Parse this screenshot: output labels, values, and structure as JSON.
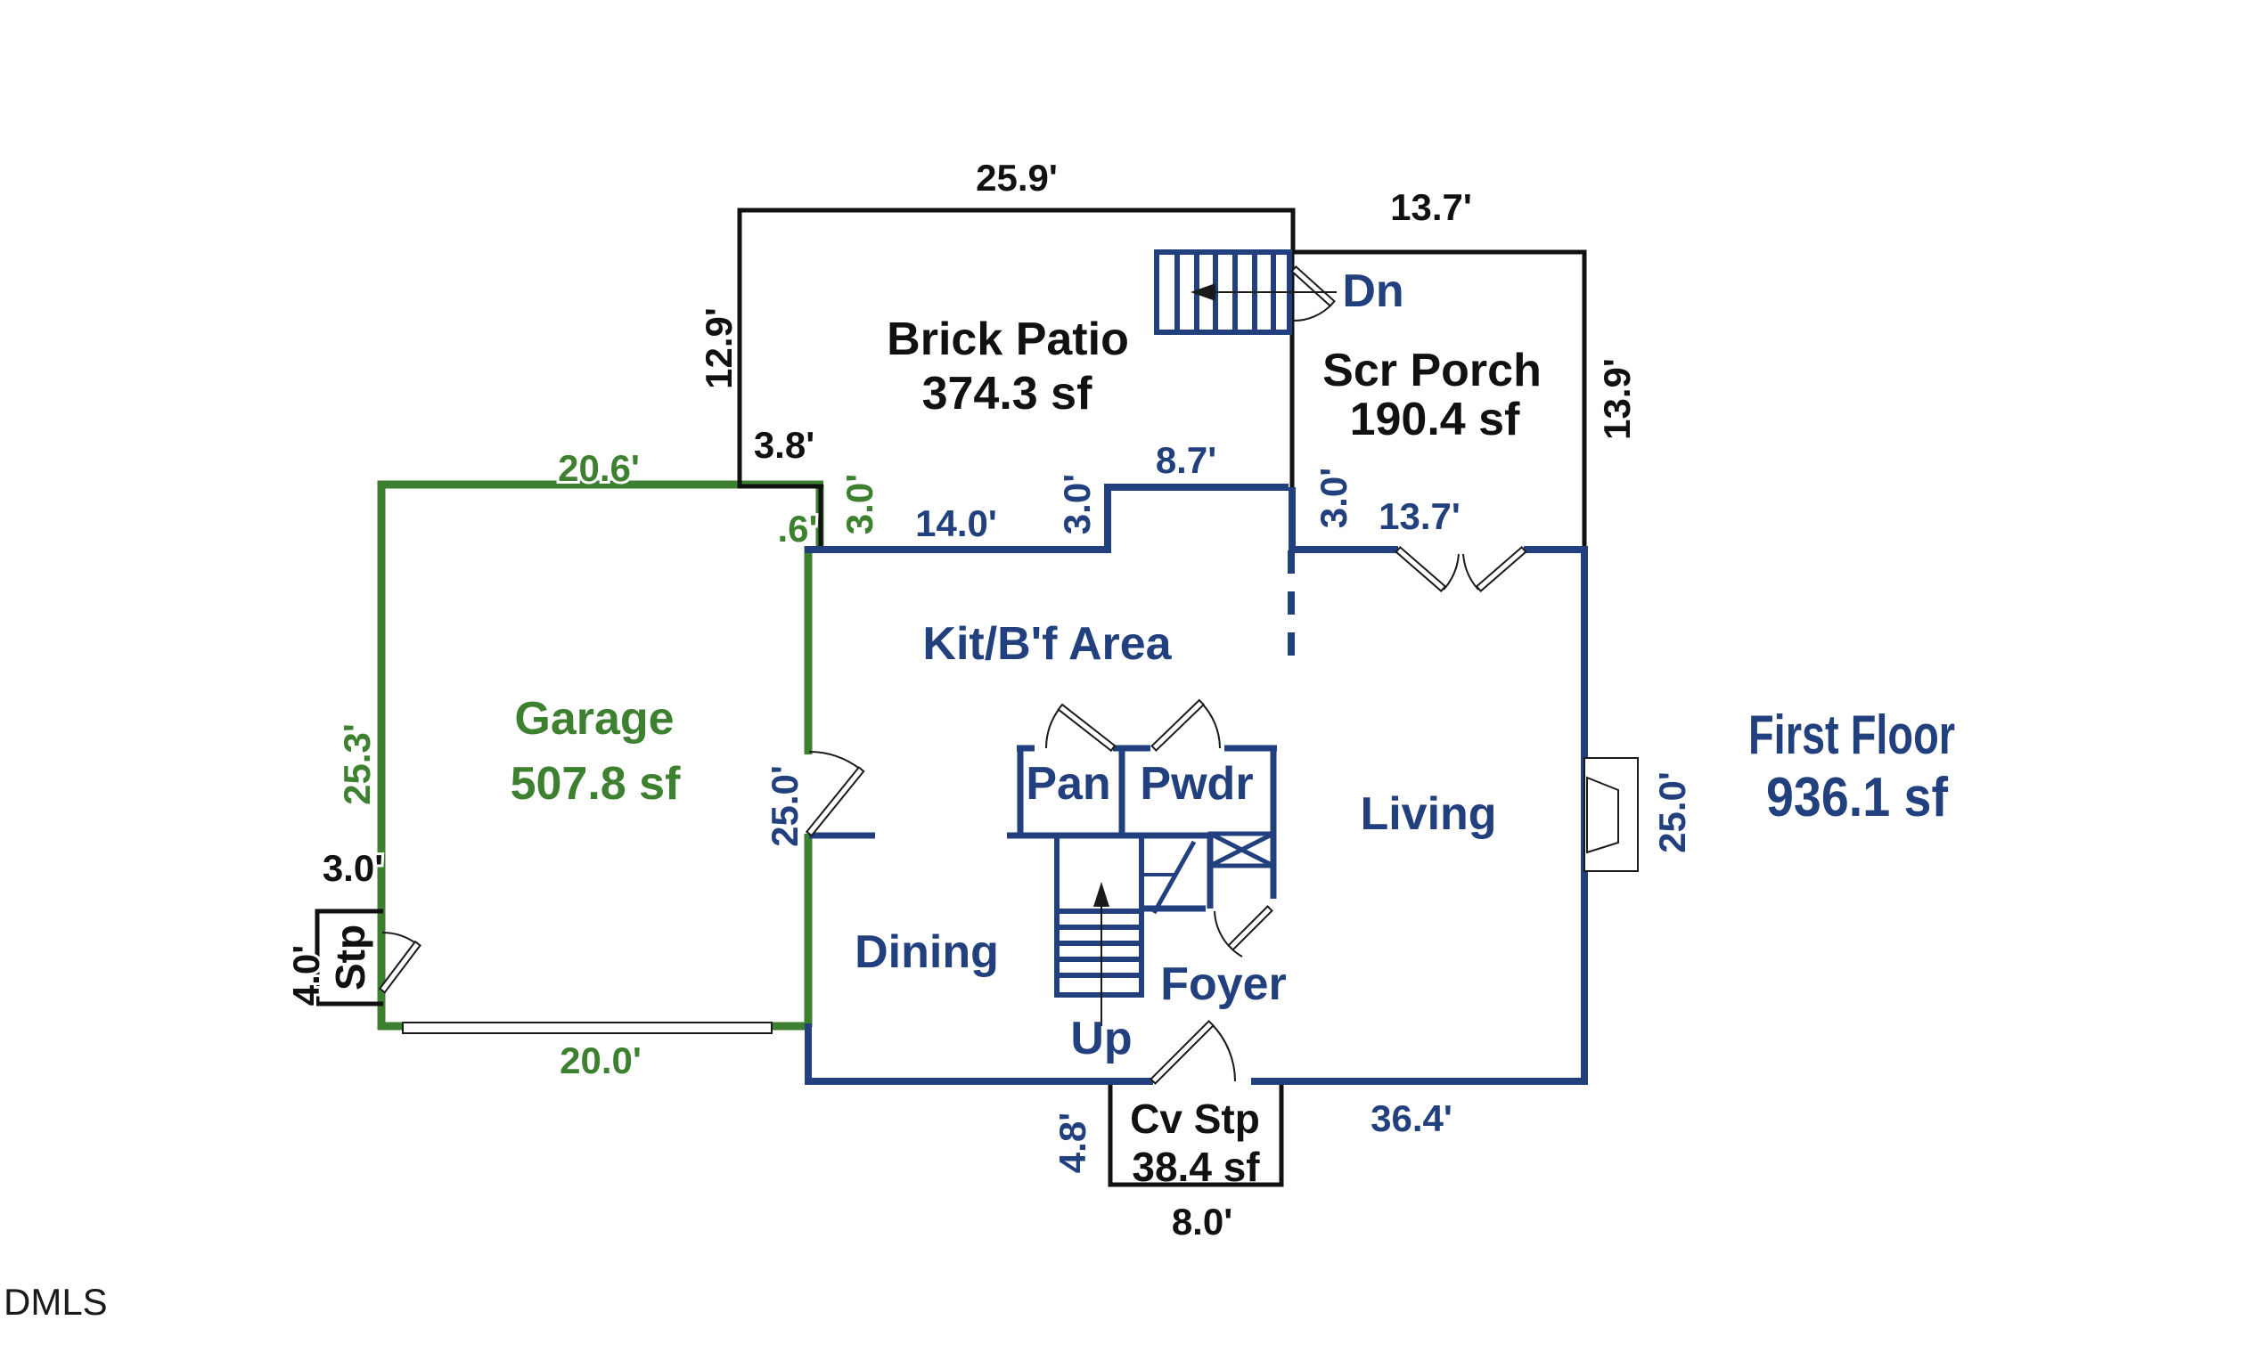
{
  "document": {
    "type": "residential floor plan - first floor",
    "background": "#ffffff",
    "watermark": "DMLS"
  },
  "palette": {
    "first_floor_blue": "#21407d",
    "garage_green": "#3d8030",
    "exterior_black": "#111111",
    "symbol_black": "#1a1a1a",
    "watermark_gray": "#1a1a1a",
    "white": "#ffffff"
  },
  "rooms": {
    "brick_patio": {
      "name": "Brick Patio",
      "area": "374.3 sf"
    },
    "scr_porch": {
      "name": "Scr Porch",
      "area": "190.4 sf"
    },
    "garage": {
      "name": "Garage",
      "area": "507.8 sf"
    },
    "first_floor": {
      "name": "First Floor",
      "area": "936.1 sf"
    },
    "kitchen": {
      "name": "Kit/B'f Area"
    },
    "living": {
      "name": "Living"
    },
    "dining": {
      "name": "Dining"
    },
    "foyer": {
      "name": "Foyer"
    },
    "pantry": {
      "name": "Pan"
    },
    "powder": {
      "name": "Pwdr"
    },
    "cv_stp": {
      "name": "Cv Stp",
      "area": "38.4 sf"
    },
    "stp": {
      "name": "Stp"
    }
  },
  "stairs": {
    "up_label": "Up",
    "down_label": "Dn"
  },
  "dimensions": {
    "patio_width_top": "25.9'",
    "patio_depth_left": "12.9'",
    "patio_bottom_left_jog": "3.8'",
    "porch_width_top": "13.7'",
    "porch_depth_right": "13.9'",
    "porch_door_width": "13.7'",
    "porch_jog_right": "3.0'",
    "garage_width_top": "20.6'",
    "garage_depth_left": "25.3'",
    "garage_door_width": "20.0'",
    "garage_jog_right": "3.0'",
    "kitchen_offset": ".6'",
    "kitchen_wall_top": "14.0'",
    "kitchen_jog": "3.0'",
    "kitchen_patio_wall": "8.7'",
    "stoop_width": "3.0'",
    "stoop_depth": "4.0'",
    "first_floor_left": "25.0'",
    "first_floor_right": "25.0'",
    "first_floor_bottom": "36.4'",
    "front_stoop_depth": "4.8'",
    "front_stoop_width": "8.0'"
  }
}
